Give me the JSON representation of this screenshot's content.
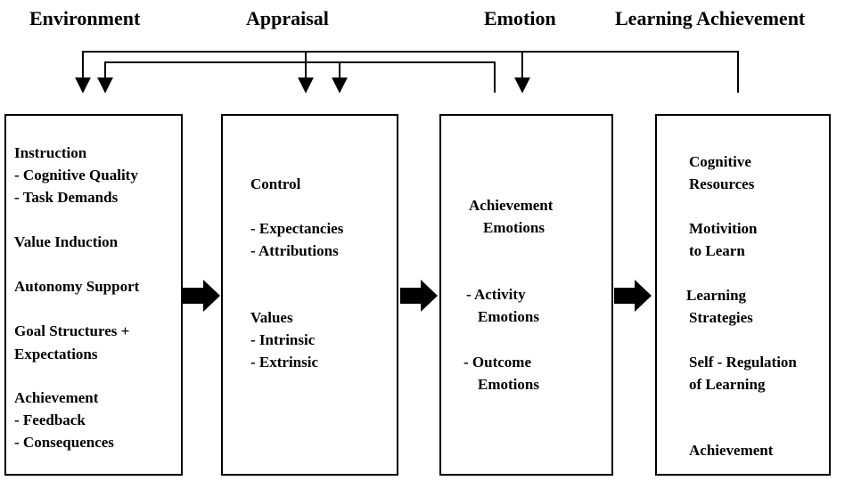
{
  "headers": {
    "environment": "Environment",
    "appraisal": "Appraisal",
    "emotion": "Emotion",
    "learning_achievement": "Learning Achievement"
  },
  "environment_box": {
    "instruction": "Instruction",
    "cognitive_quality": "- Cognitive Quality",
    "task_demands": "- Task Demands",
    "value_induction": "Value Induction",
    "autonomy_support": "Autonomy Support",
    "goal_structures": "Goal Structures +",
    "expectations": "Expectations",
    "achievement": "Achievement",
    "feedback": "- Feedback",
    "consequences": "- Consequences"
  },
  "appraisal_box": {
    "control": "Control",
    "expectancies": "- Expectancies",
    "attributions": "- Attributions",
    "values": "Values",
    "intrinsic": "- Intrinsic",
    "extrinsic": "- Extrinsic"
  },
  "emotion_box": {
    "achievement_emotions_1": "Achievement",
    "achievement_emotions_2": "Emotions",
    "activity_1": "- Activity",
    "activity_2": "Emotions",
    "outcome_1": "- Outcome",
    "outcome_2": "Emotions"
  },
  "learning_box": {
    "cognitive_1": "Cognitive",
    "cognitive_2": "Resources",
    "motivation_1": "Motivition",
    "motivation_2": "to Learn",
    "strategies_1": "Learning",
    "strategies_2": "Strategies",
    "regulation_1": "Self - Regulation",
    "regulation_2": "of Learning",
    "achievement": "Achievement"
  },
  "colors": {
    "stroke": "#000000",
    "background": "#ffffff"
  }
}
